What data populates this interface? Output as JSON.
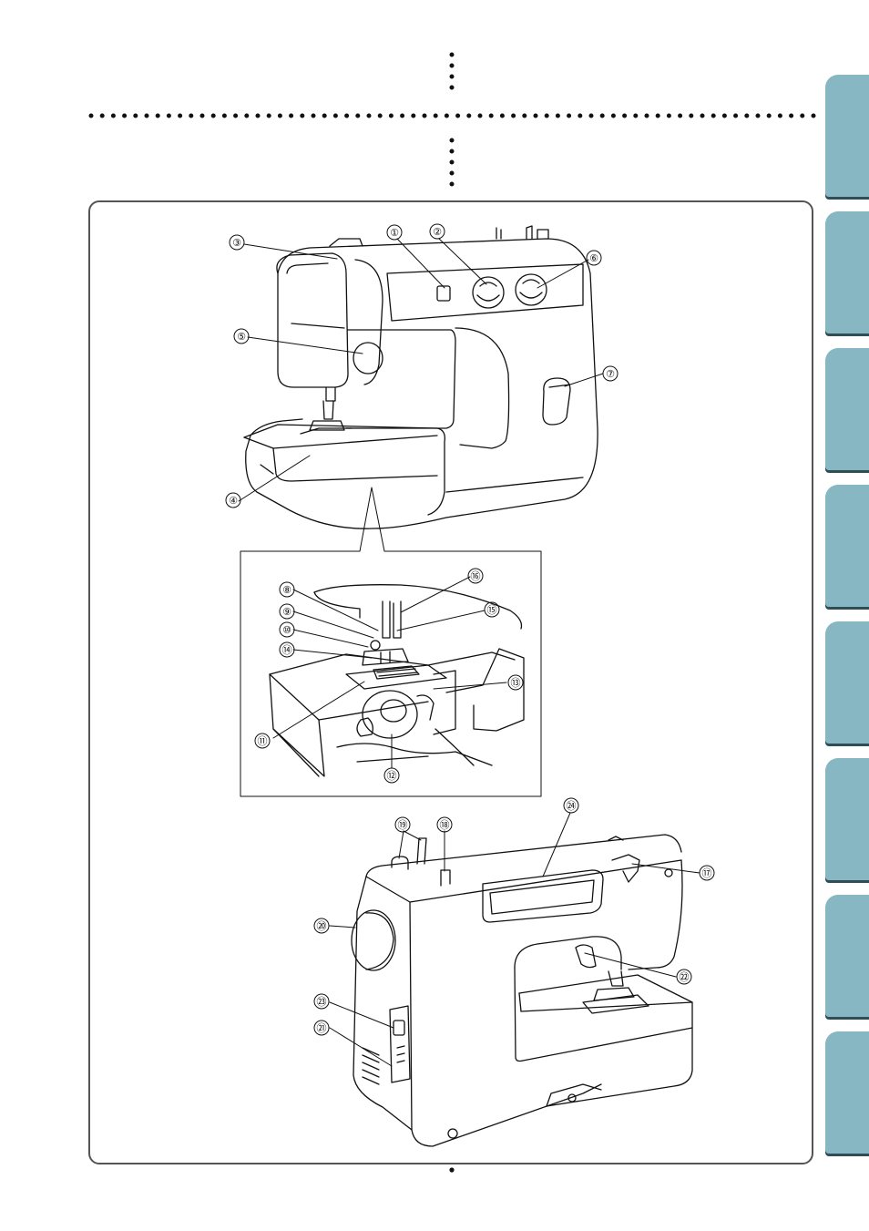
{
  "page": {
    "side_tabs": [
      "tab-1",
      "tab-2",
      "tab-3",
      "tab-4",
      "tab-5",
      "tab-6",
      "tab-7",
      "tab-8"
    ],
    "colors": {
      "tab": "#86b7c2",
      "tab_shadow": "#2f4f57",
      "frame": "#555555",
      "line": "#111111"
    }
  },
  "figure": {
    "front_view": {
      "callouts": [
        "①",
        "②",
        "③",
        "④",
        "⑤",
        "⑥",
        "⑦"
      ]
    },
    "needle_area": {
      "callouts": [
        "⑧",
        "⑨",
        "⑩",
        "⑪",
        "⑫",
        "⑬",
        "⑭",
        "⑮",
        "⑯"
      ]
    },
    "rear_view": {
      "callouts": [
        "⑰",
        "⑱",
        "⑲",
        "⑳",
        "㉑",
        "㉒",
        "㉓",
        "㉔"
      ]
    }
  }
}
